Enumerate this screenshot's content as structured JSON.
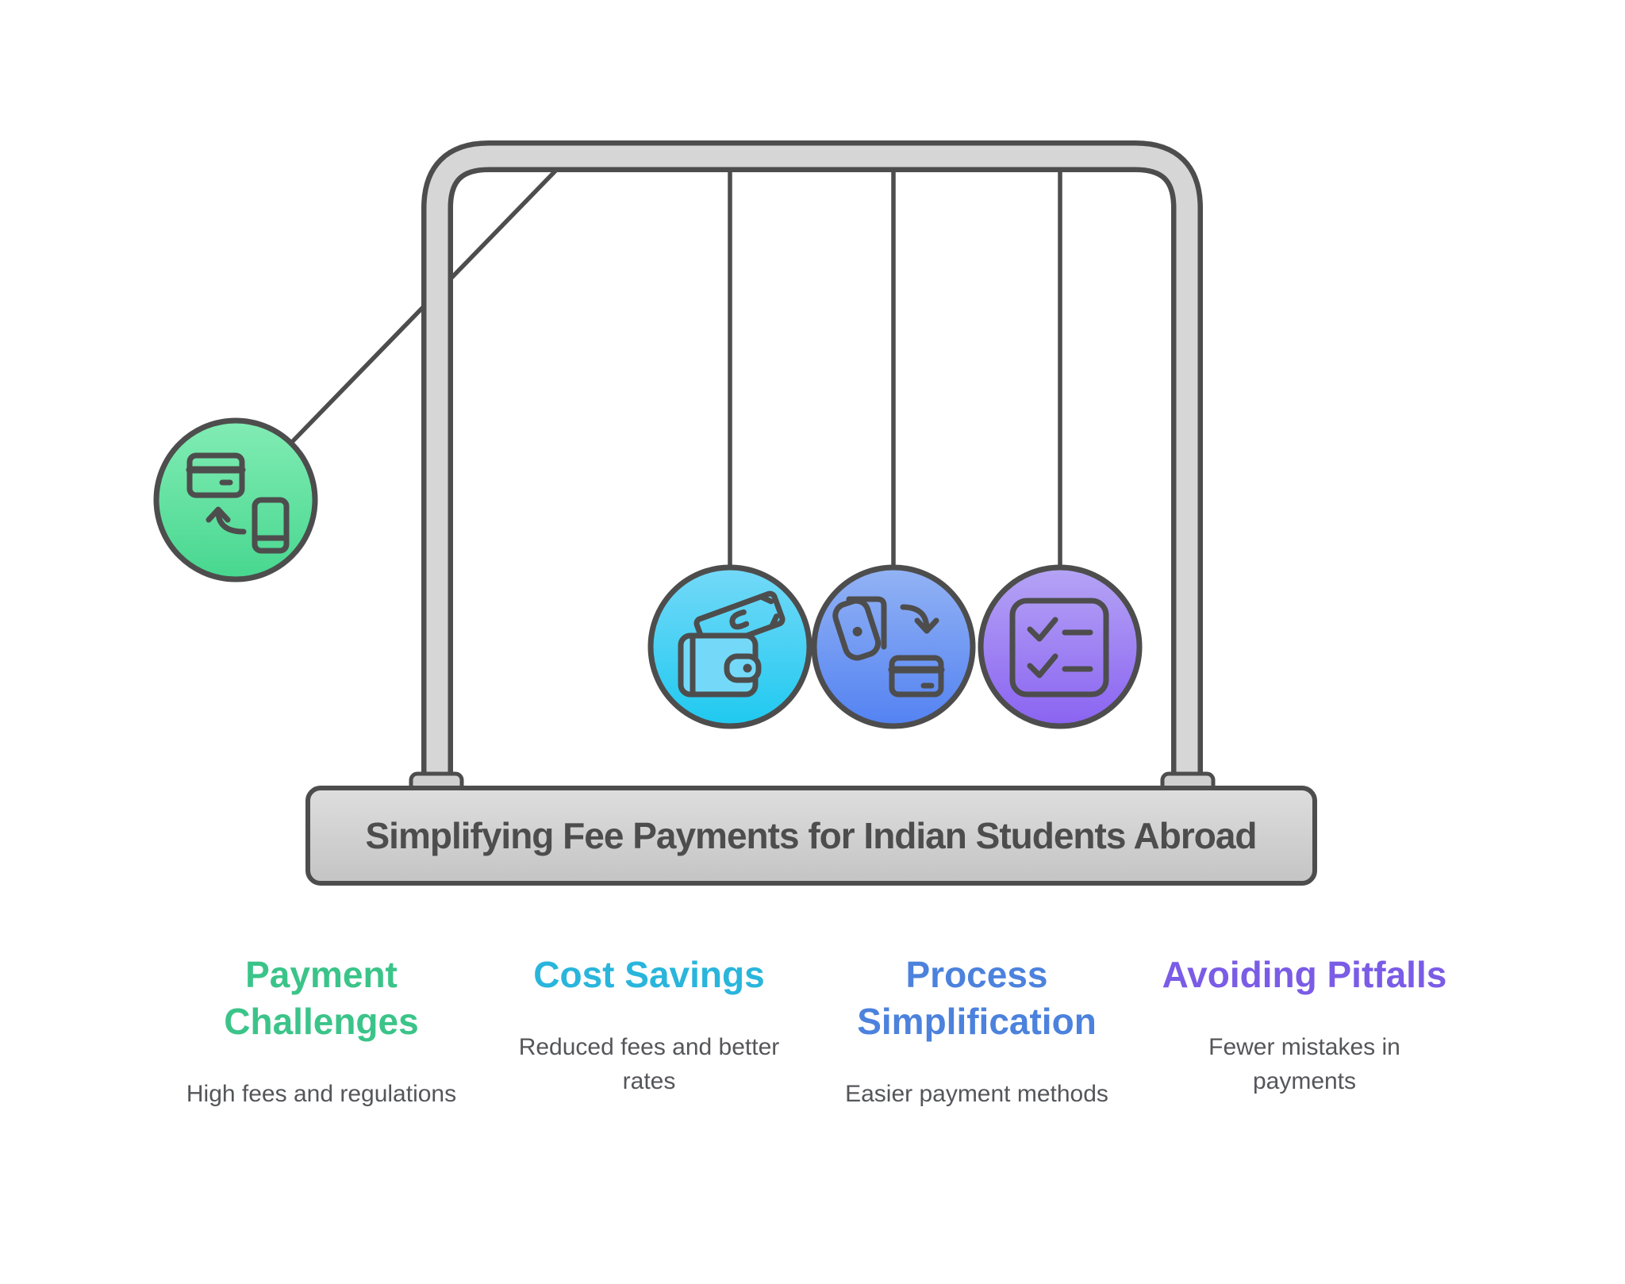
{
  "cradle": {
    "base_title": "Simplifying Fee Payments for Indian Students Abroad"
  },
  "balls": [
    {
      "id": "payment-challenges",
      "icon": "card-to-phone-payment-icon",
      "state": "swung-out-left",
      "color_top": "#82ecb4",
      "color_bottom": "#47d78f"
    },
    {
      "id": "cost-savings",
      "icon": "cash-wallet-icon",
      "state": "hanging",
      "color_top": "#74d9f8",
      "color_bottom": "#1fc9f0"
    },
    {
      "id": "process-simplification",
      "icon": "wallet-to-card-icon",
      "state": "hanging",
      "color_top": "#93b3f4",
      "color_bottom": "#5382f2"
    },
    {
      "id": "avoiding-pitfalls",
      "icon": "checklist-icon",
      "state": "hanging",
      "color_top": "#b5a4f5",
      "color_bottom": "#8a63f1"
    }
  ],
  "columns": [
    {
      "title": "Payment Challenges",
      "description": "High fees and regulations",
      "accent_color": "#3bc489"
    },
    {
      "title": "Cost Savings",
      "description": "Reduced fees and better rates",
      "accent_color": "#29b5dc"
    },
    {
      "title": "Process Simplification",
      "description": "Easier payment methods",
      "accent_color": "#4c82dd"
    },
    {
      "title": "Avoiding Pitfalls",
      "description": "Fewer mistakes in payments",
      "accent_color": "#7a5ce6"
    }
  ],
  "colors": {
    "background": "#ffffff",
    "frame_fill": "#d6d6d6",
    "frame_stroke": "#4d4d4d",
    "string": "#4d4d4d",
    "base_fill_top": "#dedede",
    "base_fill_bottom": "#c4c4c4",
    "title_text": "#4d4d4d",
    "description_text": "#55565a"
  }
}
